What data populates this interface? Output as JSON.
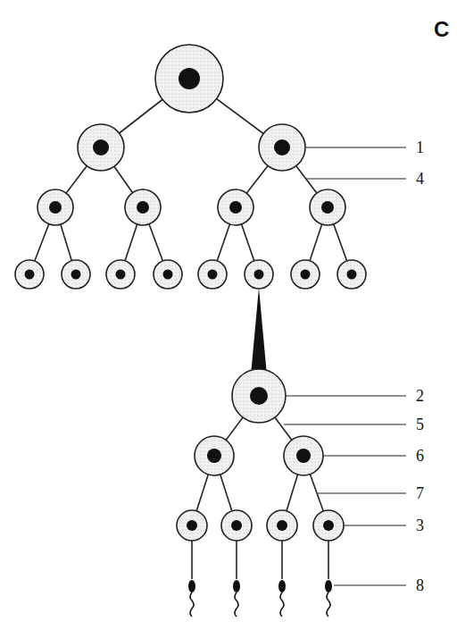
{
  "diagram": {
    "labels": [
      "C",
      "1",
      "4",
      "2",
      "5",
      "6",
      "7",
      "3",
      "8"
    ]
  }
}
